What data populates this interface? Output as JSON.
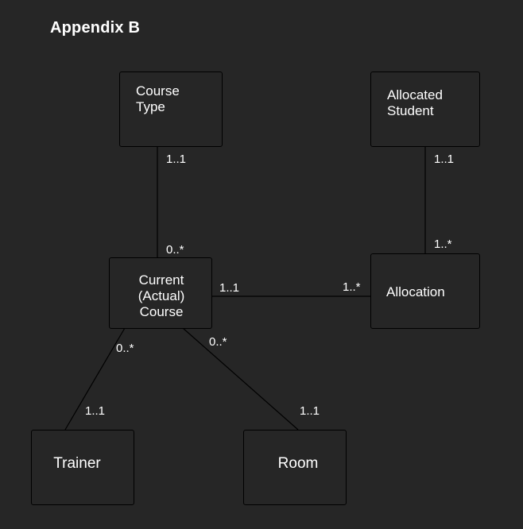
{
  "title": "Appendix B",
  "entities": {
    "course_type": "Course\nType",
    "allocated_student": "Allocated\nStudent",
    "current_course": "Current\n(Actual)\nCourse",
    "allocation": "Allocation",
    "trainer": "Trainer",
    "room": "Room"
  },
  "cardinalities": {
    "course_type_end": "1..1",
    "current_course_top": "0..*",
    "allocated_student_end": "1..1",
    "allocation_top": "1..*",
    "current_course_right": "1..1",
    "allocation_left": "1..*",
    "current_course_bottom_left": "0..*",
    "trainer_end": "1..1",
    "current_course_bottom_right": "0..*",
    "room_end": "1..1"
  },
  "colors": {
    "background": "#262626",
    "stroke": "#000000",
    "text": "#ffffff"
  }
}
